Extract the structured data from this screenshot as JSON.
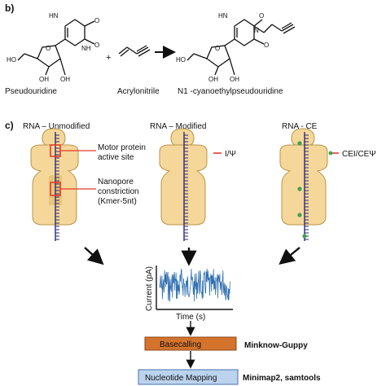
{
  "panel_b": {
    "letter": "b)",
    "labels": {
      "pseudouridine": "Pseudouridine",
      "acrylonitrile": "Acrylonitrile",
      "product": "N1 -cyanoethylpseudouridine"
    },
    "plus": "+",
    "atoms": {
      "nh": "NH",
      "hn": "HN",
      "n": "N",
      "o": "O",
      "ho": "HO",
      "oh": "OH"
    }
  },
  "panel_c": {
    "letter": "c)",
    "titles": {
      "unmodified": "RNA – Unmodified",
      "modified": "RNA – Modified",
      "ce": "RNA - CE"
    },
    "callouts": {
      "motor_line1": "Motor protein",
      "motor_line2": "active site",
      "nano_line1": "Nanopore",
      "nano_line2": "constriction",
      "nano_line3": "(Kmer-5nt)",
      "modified_tag": "I/Ψ",
      "ce_tag": "CEI/CEΨ"
    },
    "signal_plot": {
      "ylabel": "Current (pA)",
      "xlabel": "Time (s)"
    },
    "pipeline": {
      "basecalling_label": "Basecalling",
      "basecalling_tool": "Minknow-Guppy",
      "mapping_label": "Nucleotide Mapping",
      "mapping_tool": "Minimap2, samtools"
    }
  },
  "colors": {
    "protein_fill": "#f5d79a",
    "protein_stroke": "#b8944a",
    "highlight_red": "#e53a2e",
    "modification_green": "#3fa34d",
    "signal_blue": "#2f6fb0",
    "basecalling_fill": "#d4732c",
    "mapping_fill": "#bcd3ee",
    "mapping_stroke": "#4a72b0"
  }
}
